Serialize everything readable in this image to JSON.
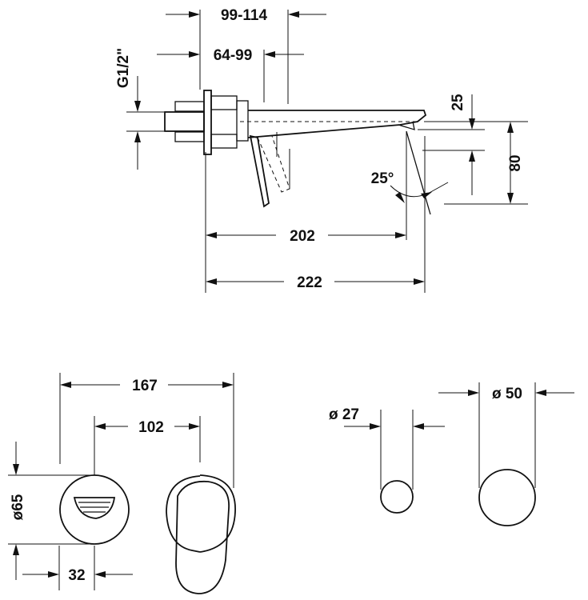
{
  "dimensions": {
    "outlet_projection_range": "99-114",
    "inner_projection_range": "64-99",
    "thread_size": "G1/2\"",
    "spout_height": "25",
    "total_height": "80",
    "spray_angle": "25°",
    "spout_reach": "202",
    "total_reach": "222",
    "plate_width": "167",
    "plate_offset": "102",
    "plate_diameter": "ø65",
    "bore_offset": "32",
    "small_bore_diameter": "ø 27",
    "large_bore_diameter": "ø 50"
  }
}
